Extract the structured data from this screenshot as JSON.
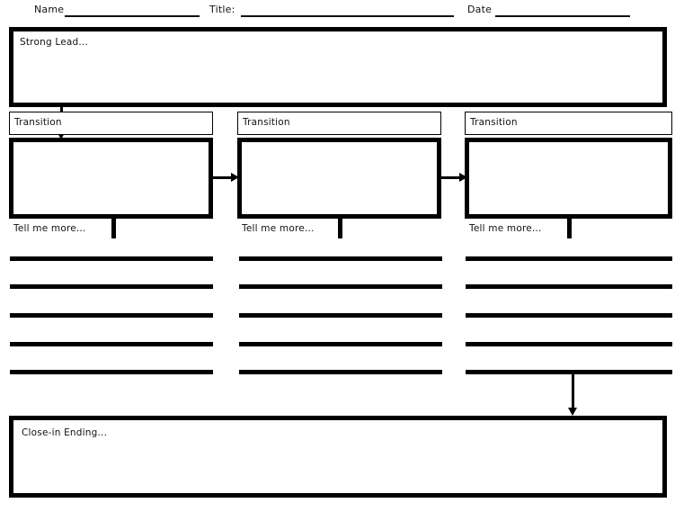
{
  "worksheet": {
    "header": {
      "name_label": "Name",
      "title_label": "Title:",
      "date_label": "Date",
      "name_value": "",
      "title_value": "",
      "date_value": ""
    },
    "lead_box": {
      "label": "Strong Lead...",
      "value": ""
    },
    "columns": [
      {
        "transition_label": "Transition",
        "transition_value": "",
        "body_value": "",
        "tell_me_more_label": "Tell me more...",
        "line_count": 5,
        "lines": [
          "",
          "",
          "",
          "",
          ""
        ]
      },
      {
        "transition_label": "Transition",
        "transition_value": "",
        "body_value": "",
        "tell_me_more_label": "Tell me more...",
        "line_count": 5,
        "lines": [
          "",
          "",
          "",
          "",
          ""
        ]
      },
      {
        "transition_label": "Transition",
        "transition_value": "",
        "body_value": "",
        "tell_me_more_label": "Tell me more...",
        "line_count": 5,
        "lines": [
          "",
          "",
          "",
          "",
          ""
        ]
      }
    ],
    "ending_box": {
      "label": "Close-in Ending...",
      "value": ""
    },
    "colors": {
      "ink": "#000000",
      "text": "#111111",
      "paper": "#ffffff"
    }
  }
}
